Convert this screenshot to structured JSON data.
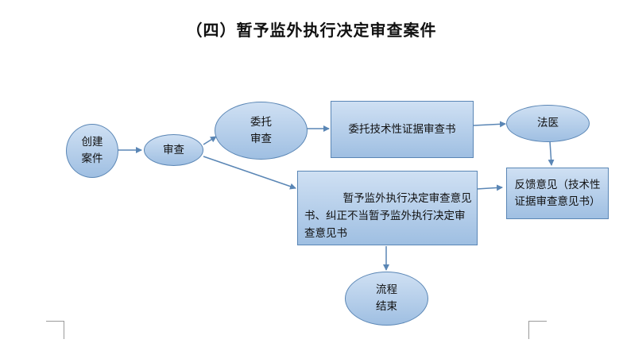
{
  "page": {
    "title": "（四）暂予监外执行决定审查案件"
  },
  "nodes": {
    "create_case": "创建\n案件",
    "review": "审查",
    "entrust_review": "委托\n审查",
    "entrust_tech": "委托技术性证据审查书",
    "forensic": "法医",
    "feedback": "反馈意见（技术性证据审查意见书）",
    "decision_doc": "暂予监外执行决定审查意见书、纠正不当暂予监外执行决定审查意见书",
    "end_flow": "流程\n结束"
  },
  "colors": {
    "node_fill_top": "#cfe0f3",
    "node_fill_bottom": "#9fbfe2",
    "node_border": "#5a86b5",
    "arrow": "#5a86b5"
  }
}
